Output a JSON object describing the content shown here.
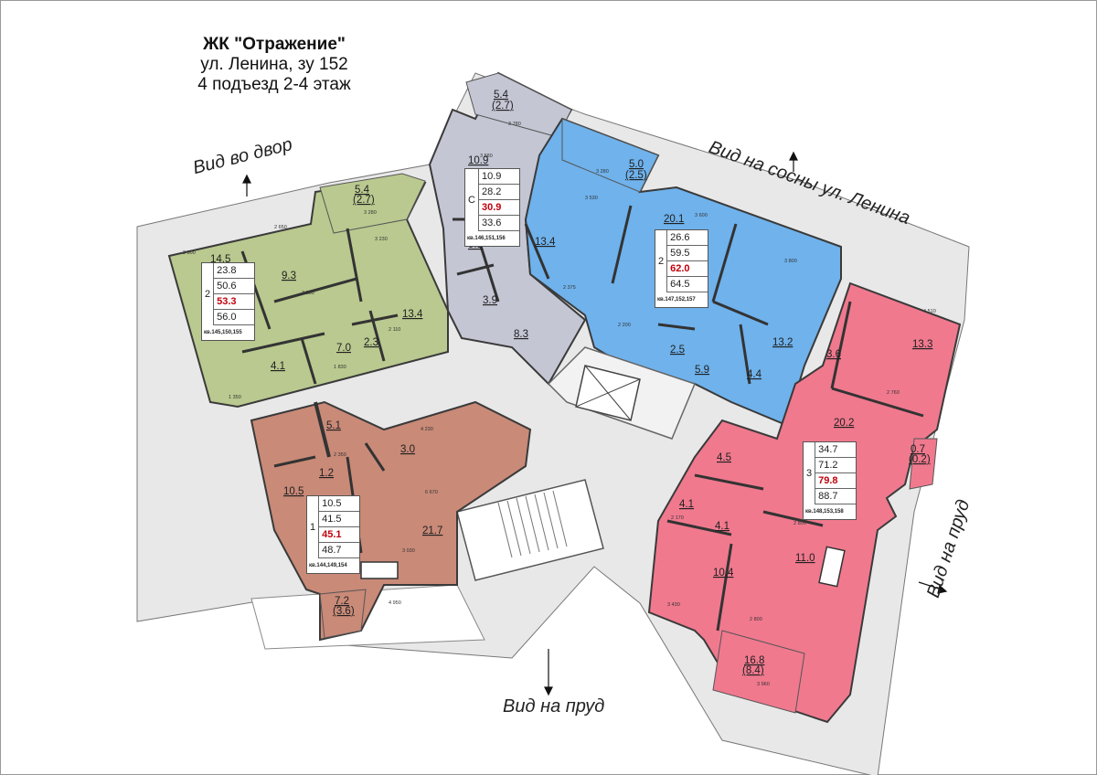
{
  "header": {
    "title": "ЖК \"Отражение\"",
    "address": "ул. Ленина, зу 152",
    "entrance": "4 подъезд 2-4 этаж"
  },
  "views": {
    "yard": "Вид во двор",
    "pines": "Вид на сосны ул. Ленина",
    "pond_right": "Вид на пруд",
    "pond_bottom": "Вид на пруд"
  },
  "colors": {
    "green": "#b9c98f",
    "gray": "#c4c6d4",
    "blue": "#6fb2ec",
    "brown": "#c98a78",
    "pink": "#f0798e",
    "value_red": "#c0000c"
  },
  "apartments": {
    "green": {
      "rooms": "2",
      "v1": "23.8",
      "v2": "50.6",
      "v3": "53.3",
      "v4": "56.0",
      "numbers": "кв.145,150,155",
      "areas": {
        "a1": "14.5",
        "a2": "9.3",
        "a3": "13.4",
        "a4": "7.0",
        "a5": "2.3",
        "a6": "4.1",
        "a7": "5.4",
        "a8": "(2.7)"
      }
    },
    "gray": {
      "rooms": "С",
      "v1": "10.9",
      "v2": "28.2",
      "v3": "30.9",
      "v4": "33.6",
      "numbers": "кв.146,151,156",
      "areas": {
        "a1": "10.9",
        "a2": "5.1",
        "a3": "3.9",
        "a4": "8.3",
        "a5": "5.4",
        "a6": "(2.7)"
      }
    },
    "blue": {
      "rooms": "2",
      "v1": "26.6",
      "v2": "59.5",
      "v3": "62.0",
      "v4": "64.5",
      "numbers": "кв.147,152,157",
      "areas": {
        "a1": "13.4",
        "a2": "20.1",
        "a3": "13.2",
        "a4": "2.5",
        "a5": "5.9",
        "a6": "4.4",
        "a7": "5.0",
        "a8": "(2.5)"
      }
    },
    "brown": {
      "rooms": "1",
      "v1": "10.5",
      "v2": "41.5",
      "v3": "45.1",
      "v4": "48.7",
      "numbers": "кв.144,149,154",
      "areas": {
        "a1": "5.1",
        "a2": "3.0",
        "a3": "1.2",
        "a4": "10.5",
        "a5": "21.7",
        "a6": "7.2",
        "a7": "(3.6)"
      }
    },
    "pink": {
      "rooms": "3",
      "v1": "34.7",
      "v2": "71.2",
      "v3": "79.8",
      "v4": "88.7",
      "numbers": "кв.148,153,158",
      "areas": {
        "a1": "3.6",
        "a2": "13.3",
        "a3": "20.2",
        "a4": "4.5",
        "a5": "4.1",
        "a6": "4.1",
        "a7": "11.0",
        "a8": "10.4",
        "a9": "16.8",
        "a10": "(8.4)",
        "a11": "0.7",
        "a12": "(0.2)"
      }
    }
  },
  "dimensions": {
    "d1": "2 800",
    "d2": "2 650",
    "d3": "3 280",
    "d4": "3 230",
    "d5": "3 250",
    "d6": "2 110",
    "d7": "1 830",
    "d8": "1 350",
    "d9": "3 780",
    "d10": "3 580",
    "d11": "3 280",
    "d12": "3 530",
    "d13": "2 375",
    "d14": "3 600",
    "d15": "3 800",
    "d16": "2 200",
    "d17": "4 230",
    "d18": "2 350",
    "d19": "6 670",
    "d20": "3 030",
    "d21": "4 950",
    "d22": "2 760",
    "d23": "2 800",
    "d24": "3 430",
    "d25": "2 800",
    "d26": "3 960",
    "d27": "4 510",
    "d28": "2 170"
  }
}
